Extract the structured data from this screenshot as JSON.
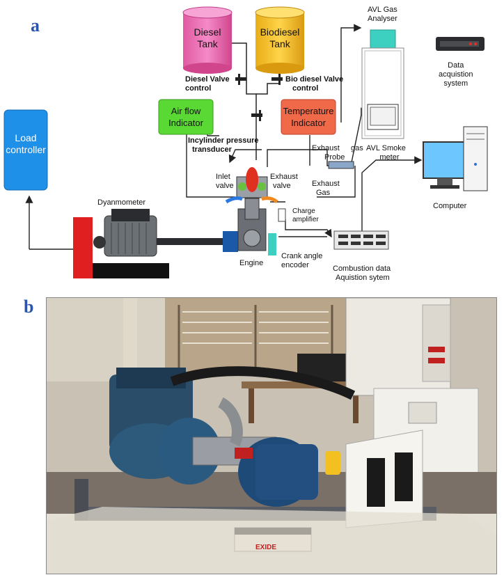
{
  "panel_a": {
    "letter": "a",
    "diesel_tank": [
      "Diesel",
      "Tank"
    ],
    "biodiesel_tank": [
      "Biodiesel",
      "Tank"
    ],
    "diesel_valve": [
      "Diesel Valve",
      "control"
    ],
    "biodiesel_valve": [
      "Bio diesel Valve",
      "control"
    ],
    "air_flow": [
      "Air flow",
      "Indicator"
    ],
    "temperature": [
      "Temperature",
      "Indicator"
    ],
    "pressure_transducer": [
      "Incylinder pressure",
      "transducer"
    ],
    "inlet_valve": [
      "Inlet",
      "valve"
    ],
    "exhaust_valve": [
      "Exhaust",
      "valve"
    ],
    "exhaust_probe": [
      "Exhaust",
      "Probe"
    ],
    "exhaust_gas_top": "gas",
    "exhaust_gas": [
      "Exhaust",
      "Gas"
    ],
    "charge_amplifier": [
      "Charge",
      "amplifier"
    ],
    "engine": "Engine",
    "crank_angle": [
      "Crank angle",
      "encoder"
    ],
    "combustion_das": [
      "Combustion data",
      "Aquistion sytem"
    ],
    "dynamometer": "Dyanmometer",
    "load_controller": [
      "Load",
      "controller"
    ],
    "gas_analyser": [
      "AVL Gas",
      "Analyser"
    ],
    "smoke_meter": [
      "AVL Smoke",
      "meter"
    ],
    "data_acq": [
      "Data",
      "acquistion",
      "system"
    ],
    "computer": "Computer"
  },
  "panel_b": {
    "letter": "b",
    "battery_brand": "EXIDE"
  },
  "colors": {
    "load_controller": "#1e90e8",
    "diesel_tank": "#e85aa8",
    "biodiesel_tank": "#f2c32a",
    "air_flow": "#5ad834",
    "temperature": "#f06a4a",
    "dynamometer_brake": "#e02020",
    "gas_analyser": "#3dd0c0",
    "panel_letter": "#2a55a8"
  }
}
